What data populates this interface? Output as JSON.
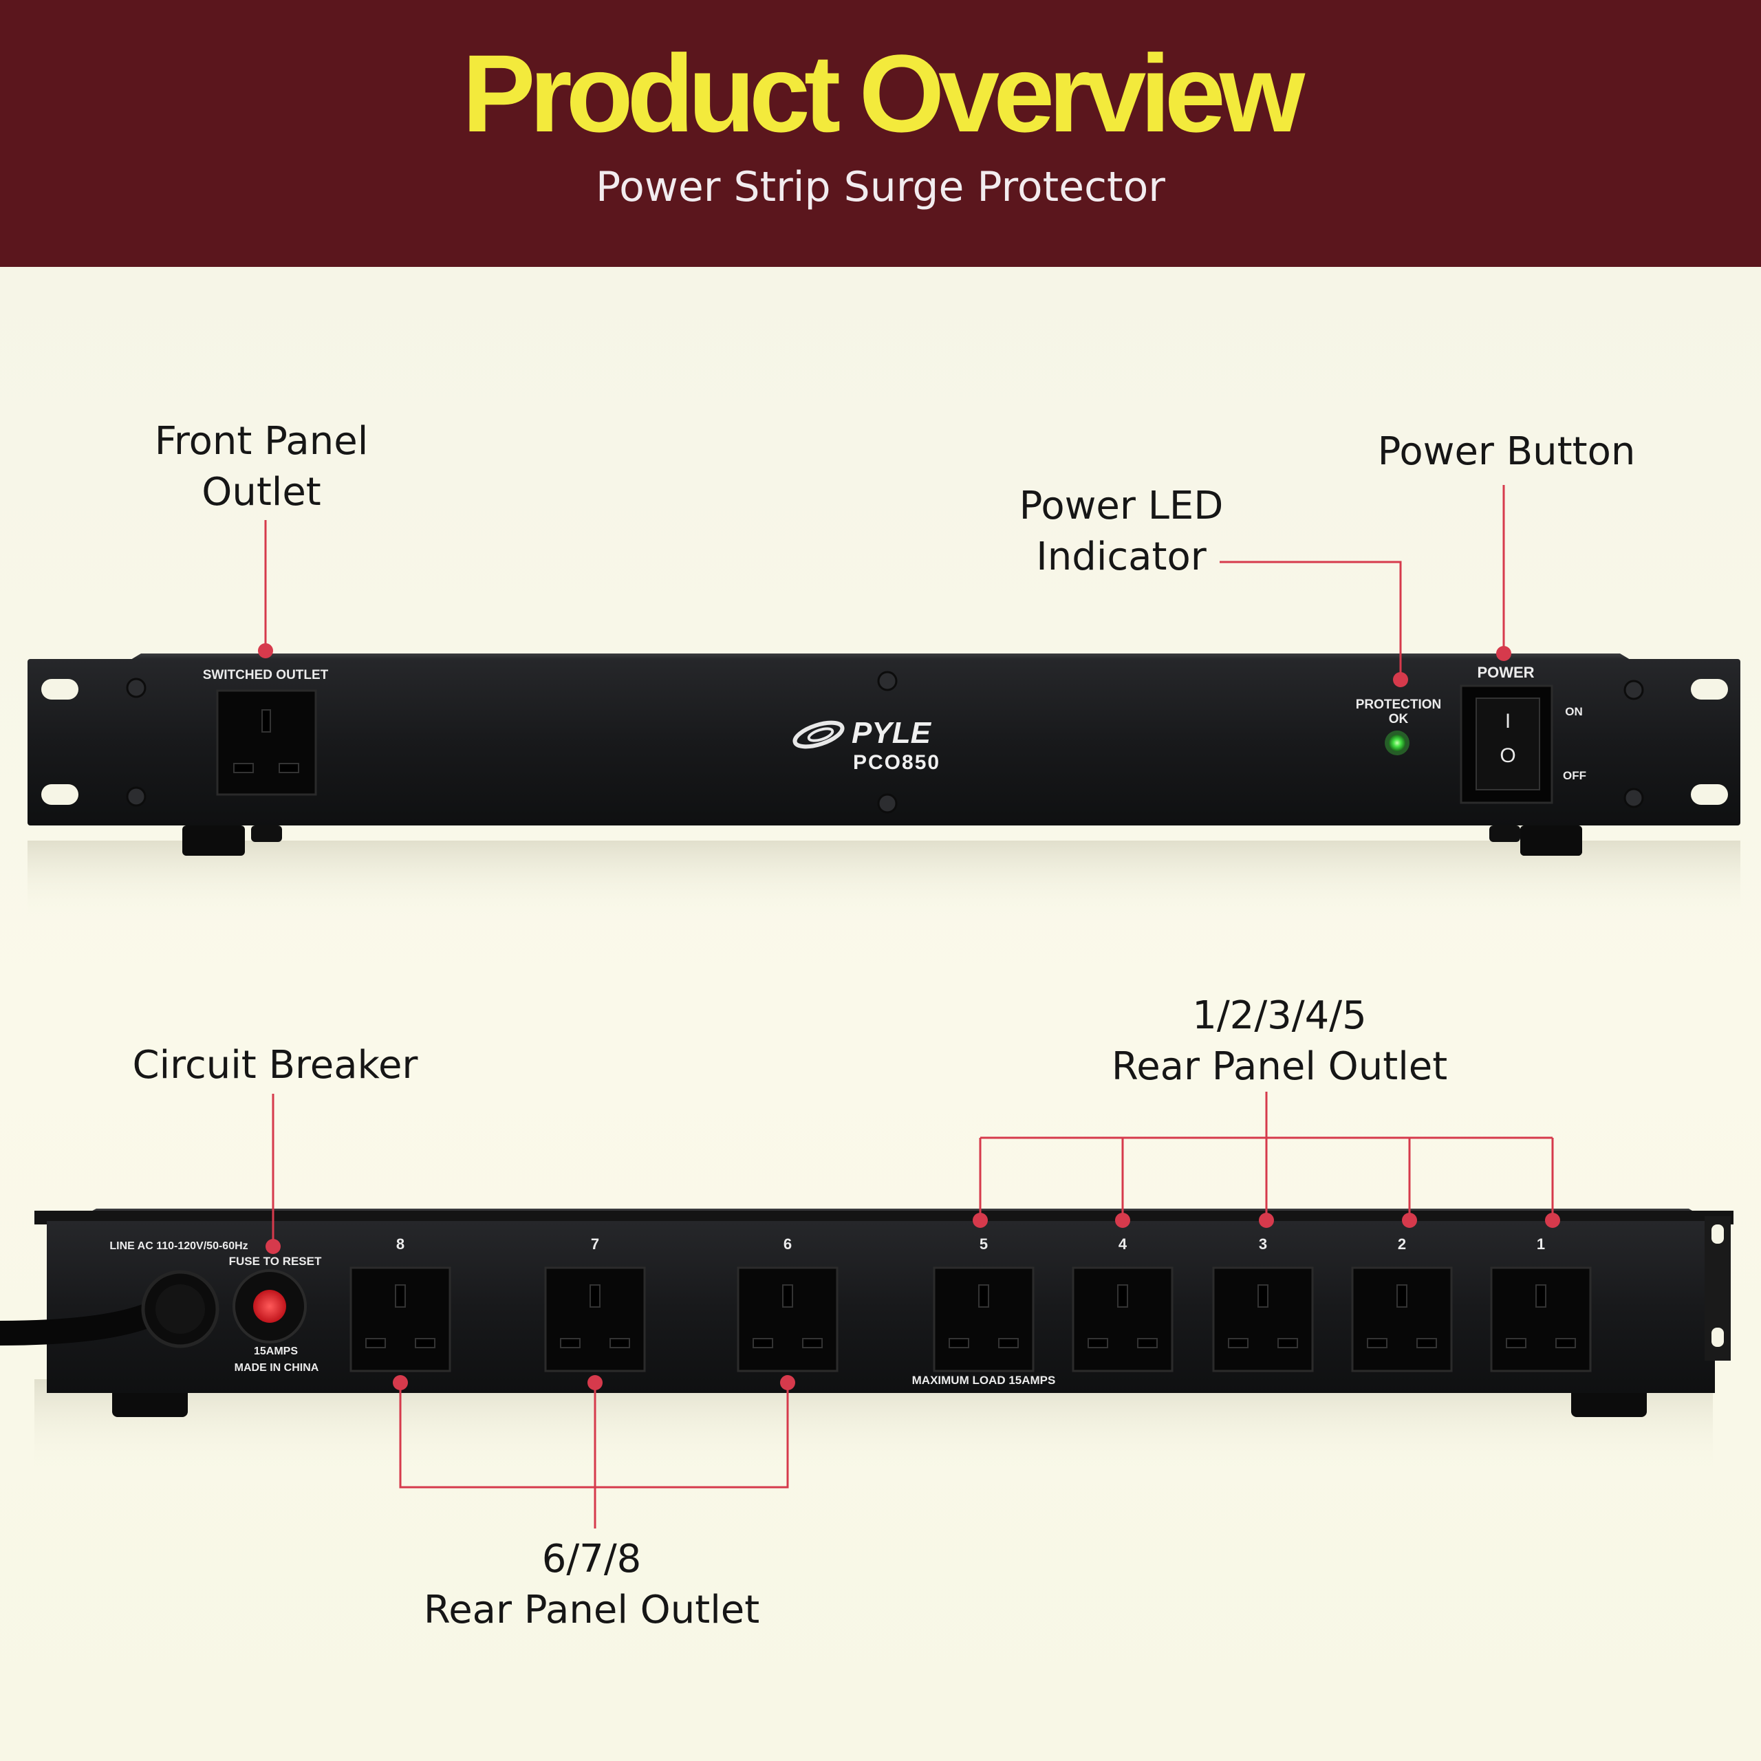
{
  "header": {
    "title": "Product Overview",
    "subtitle": "Power Strip Surge Protector"
  },
  "callouts": {
    "front_outlet": [
      "Front Panel",
      "Outlet"
    ],
    "power_led": [
      "Power LED",
      "Indicator"
    ],
    "power_button": "Power Button",
    "circuit_breaker": "Circuit Breaker",
    "rear_1_5": [
      "1/2/3/4/5",
      "Rear Panel Outlet"
    ],
    "rear_6_8": [
      "6/7/8",
      "Rear Panel Outlet"
    ]
  },
  "front_panel": {
    "switched_outlet": "SWITCHED OUTLET",
    "brand": "PYLE",
    "model": "PCO850",
    "protection_line1": "PROTECTION",
    "protection_line2": "OK",
    "power": "POWER",
    "on": "ON",
    "off": "OFF",
    "switch_on_mark": "I",
    "switch_off_mark": "O"
  },
  "rear_panel": {
    "line_ac": "LINE AC 110-120V/50-60Hz",
    "fuse_reset": "FUSE TO RESET",
    "amps": "15AMPS",
    "made_in": "MADE IN CHINA",
    "max_load": "MAXIMUM LOAD 15AMPS",
    "outlet_numbers": [
      "8",
      "7",
      "6",
      "5",
      "4",
      "3",
      "2",
      "1"
    ]
  },
  "colors": {
    "header_bg": "#5b161d",
    "title": "#f3ea3c",
    "accent_line": "#d63a4c",
    "led": "#43e043"
  }
}
